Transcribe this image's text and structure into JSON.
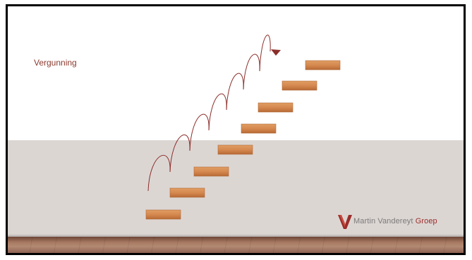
{
  "slide": {
    "title": "Vergunning",
    "steps_count": 8
  },
  "logo": {
    "name_part1": "Martin Vandereyt",
    "name_part2": "Groep",
    "colors": {
      "primary": "#9b2d2a",
      "secondary": "#7b7b7b"
    }
  },
  "colors": {
    "title": "#8b3a2e",
    "wall_lower": "#dcd6d3",
    "step": "#d5894f",
    "arc": "#8b2e2a"
  }
}
